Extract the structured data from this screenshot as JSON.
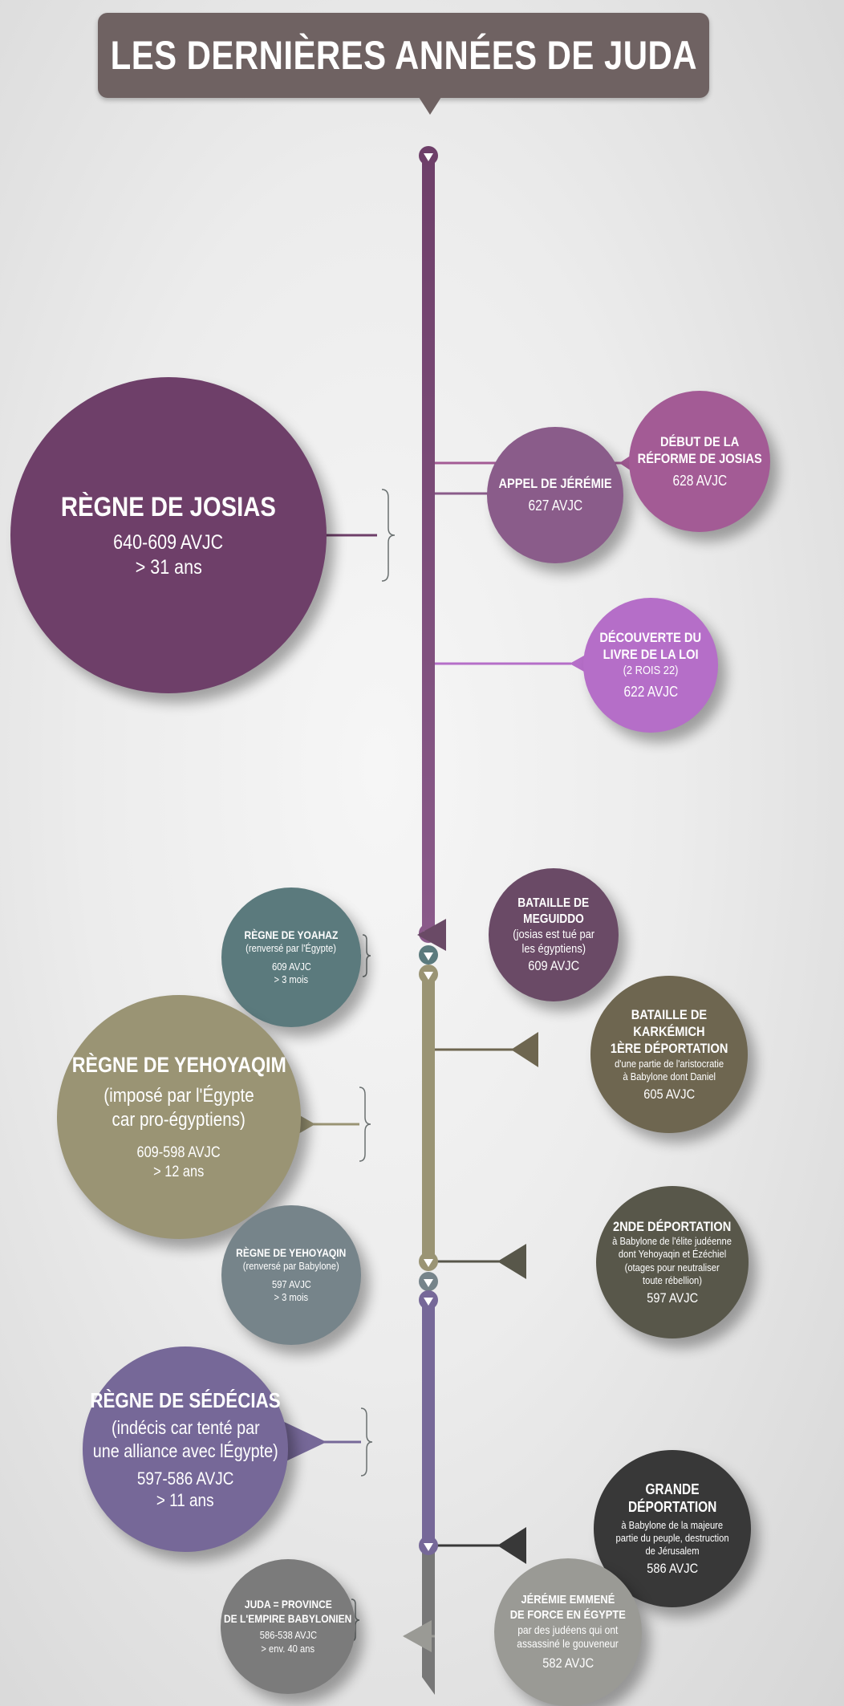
{
  "title": "LES DERNIÈRES ANNÉES DE JUDA",
  "colors": {
    "josias": "#6e3f69",
    "appel": "#8a5c8a",
    "debut": "#a35b95",
    "decouverte": "#b56ec8",
    "meguiddo": "#6a4a66",
    "yoahaz": "#5b7a7d",
    "karkemich": "#6e6650",
    "yehoyaqim": "#9a9474",
    "yehoyaqin": "#76848a",
    "deuxieme": "#58574a",
    "sedecias": "#766898",
    "grande": "#383838",
    "juda": "#7b7b7b",
    "jeremie": "#9a9a95"
  },
  "events": {
    "josias": {
      "title": "RÈGNE DE JOSIAS",
      "dates": "640-609 AVJC",
      "duration": "> 31 ans"
    },
    "appel": {
      "title": "APPEL DE JÉRÉMIE",
      "date": "627 AVJC"
    },
    "debut": {
      "title1": "DÉBUT DE LA",
      "title2": "RÉFORME DE JOSIAS",
      "date": "628 AVJC"
    },
    "decouverte": {
      "title1": "DÉCOUVERTE DU",
      "title2": "LIVRE DE LA LOI",
      "ref": "(2 ROIS 22)",
      "date": "622 AVJC"
    },
    "meguiddo": {
      "title1": "BATAILLE DE",
      "title2": "MEGUIDDO",
      "note1": "(josias est tué par",
      "note2": "les égyptiens)",
      "date": "609 AVJC"
    },
    "yoahaz": {
      "title": "RÈGNE DE YOAHAZ",
      "note": "(renversé par l'Égypte)",
      "date": "609 AVJC",
      "duration": "> 3 mois"
    },
    "karkemich": {
      "title1": "BATAILLE DE",
      "title2": "KARKÉMICH",
      "title3": "1ÈRE DÉPORTATION",
      "note1": "d'une partie de l'aristocratie",
      "note2": "à Babylone dont Daniel",
      "date": "605 AVJC"
    },
    "yehoyaqim": {
      "title": "RÈGNE DE YEHOYAQIM",
      "note1": "(imposé par l'Égypte",
      "note2": "car pro-égyptiens)",
      "dates": "609-598 AVJC",
      "duration": "> 12 ans"
    },
    "yehoyaqin": {
      "title": "RÈGNE DE YEHOYAQIN",
      "note": "(renversé par Babylone)",
      "date": "597 AVJC",
      "duration": "> 3 mois"
    },
    "deuxieme": {
      "title": "2NDE DÉPORTATION",
      "note1": "à Babylone de l'élite judéenne",
      "note2": "dont Yehoyaqin et Ézéchiel",
      "note3": "(otages pour neutraliser",
      "note4": "toute rébellion)",
      "date": "597 AVJC"
    },
    "sedecias": {
      "title": "RÈGNE DE SÉDÉCIAS",
      "note1": "(indécis car tenté par",
      "note2": "une alliance avec lÉgypte)",
      "dates": "597-586 AVJC",
      "duration": "> 11 ans"
    },
    "grande": {
      "title1": "GRANDE",
      "title2": "DÉPORTATION",
      "note1": "à Babylone de la majeure",
      "note2": "partie du peuple, destruction",
      "note3": "de Jérusalem",
      "date": "586 AVJC"
    },
    "juda": {
      "title1": "JUDA = PROVINCE",
      "title2": "DE L'EMPIRE BABYLONIEN",
      "dates": "586-538 AVJC",
      "duration": "> env. 40 ans"
    },
    "jeremie": {
      "title1": "JÉRÉMIE EMMENÉ",
      "title2": "DE FORCE EN ÉGYPTE",
      "note1": "par des judéens qui ont",
      "note2": "assassiné le gouveneur",
      "date": "582 AVJC"
    }
  }
}
